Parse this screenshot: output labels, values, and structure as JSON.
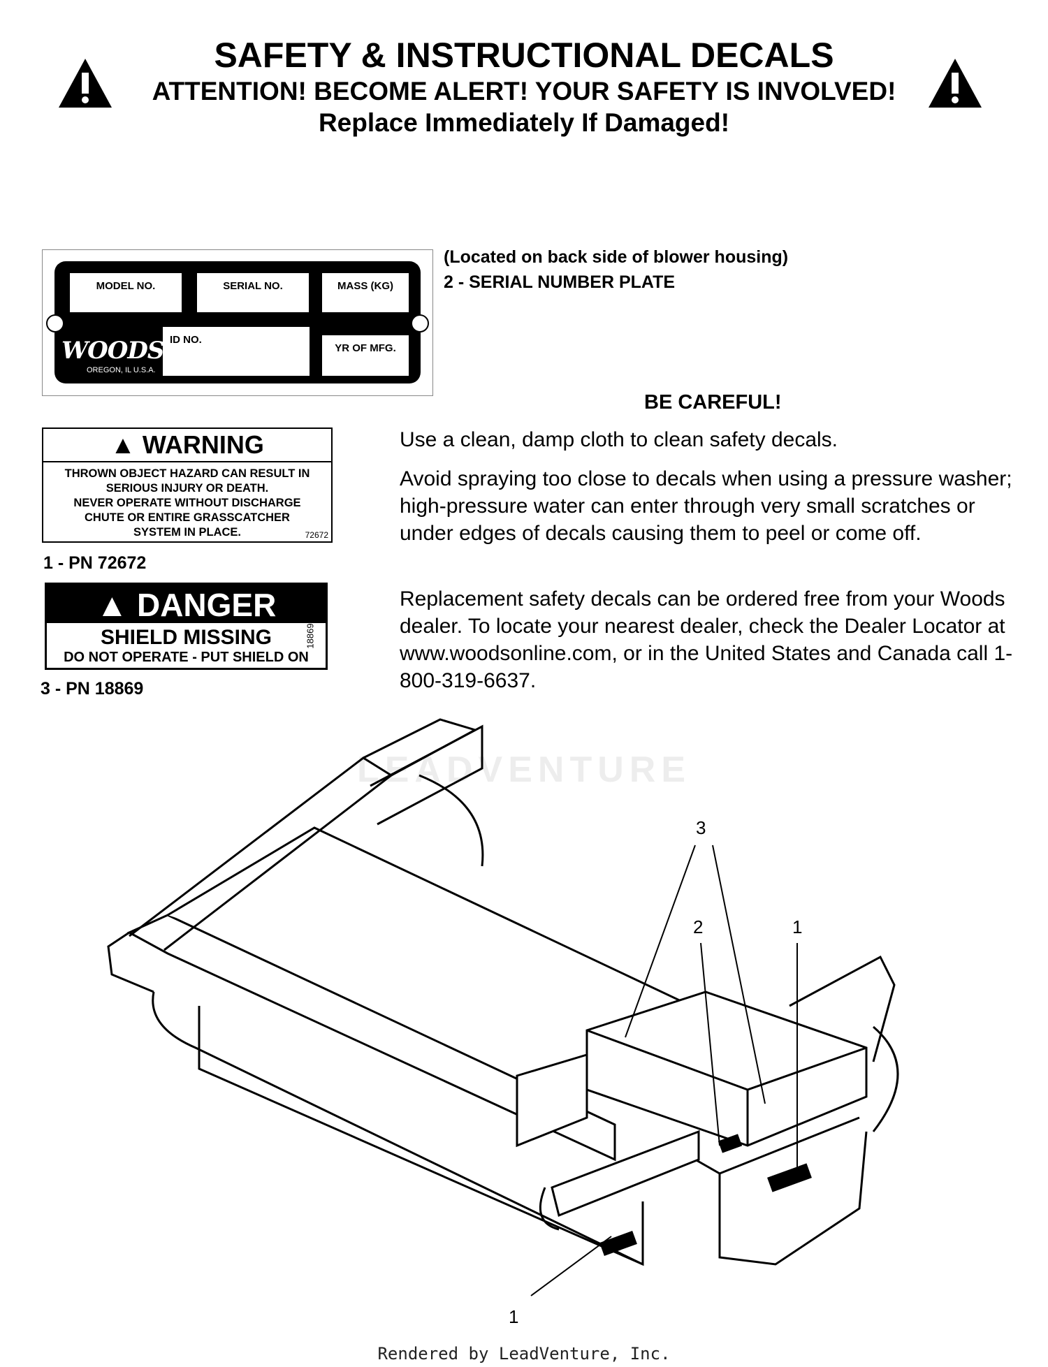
{
  "header": {
    "title": "SAFETY & INSTRUCTIONAL DECALS",
    "attention": "ATTENTION! BECOME ALERT! YOUR SAFETY IS INVOLVED!",
    "replace": "Replace Immediately If Damaged!"
  },
  "serial_plate": {
    "model": "MODEL NO.",
    "serial": "SERIAL NO.",
    "mass": "MASS (KG)",
    "id": "ID NO.",
    "year": "YR OF MFG.",
    "logo": "WOODS",
    "location": "OREGON, IL U.S.A.",
    "note": "(Located on back side of blower housing)",
    "caption": "2 - SERIAL NUMBER PLATE"
  },
  "warning_decal": {
    "heading": "WARNING",
    "line1": "THROWN OBJECT HAZARD CAN RESULT IN",
    "line2": "SERIOUS INJURY OR DEATH.",
    "line3": "NEVER OPERATE WITHOUT DISCHARGE",
    "line4": "CHUTE OR ENTIRE GRASSCATCHER",
    "line5": "SYSTEM IN PLACE.",
    "number": "72672",
    "caption": "1 - PN 72672"
  },
  "danger_decal": {
    "heading": "DANGER",
    "line1": "SHIELD MISSING",
    "line2": "DO NOT OPERATE - PUT SHIELD ON",
    "number": "18869",
    "caption": "3 - PN 18869"
  },
  "care": {
    "heading": "BE CAREFUL!",
    "p1": "Use a clean, damp cloth to clean safety decals.",
    "p2": "Avoid spraying too close to decals when using a pressure washer; high-pressure water can enter through very small scratches or under edges of decals causing them to peel or come off.",
    "p3": "Replacement safety decals can be ordered free from your Woods dealer. To locate your nearest dealer, check the Dealer Locator at www.woodsonline.com, or in the United States and Canada call 1-800-319-6637."
  },
  "diagram": {
    "callouts": [
      "3",
      "2",
      "1",
      "1"
    ]
  },
  "watermark": "LEADVENTURE",
  "footer": "Rendered by LeadVenture, Inc."
}
